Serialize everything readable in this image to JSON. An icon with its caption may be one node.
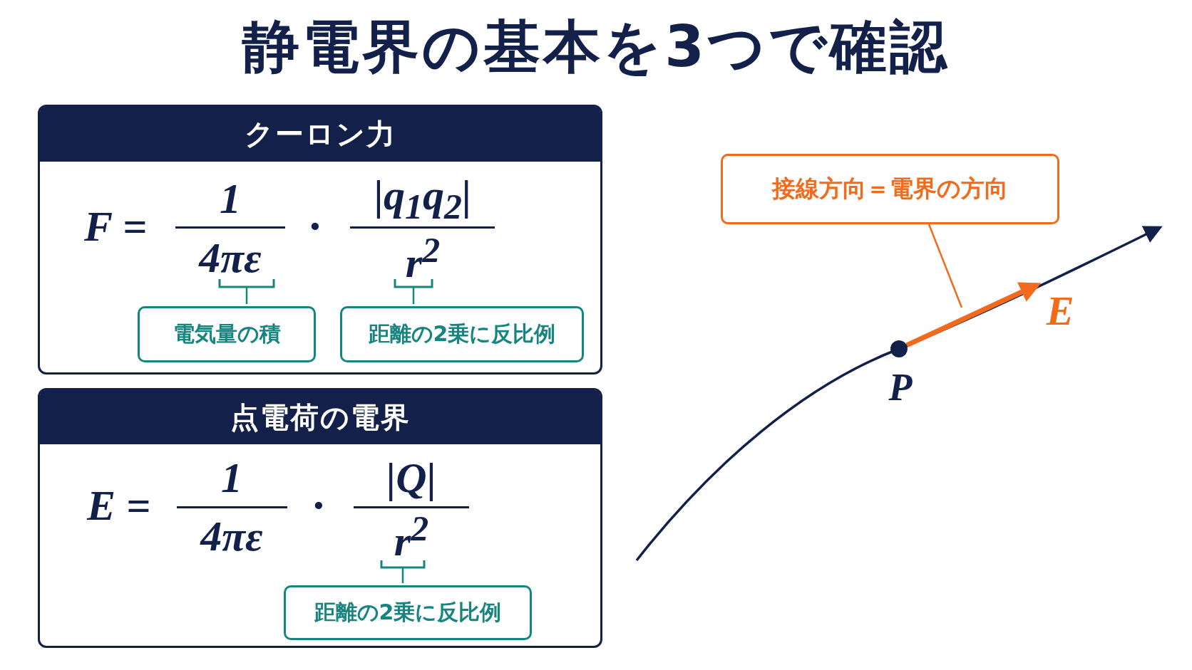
{
  "diagram": {
    "title": "静電界の基本を3つで確認",
    "nodes": [
      {
        "text": [
          "クーロン力",
          "F =",
          "1",
          "4πε",
          "·",
          "|q$_{1}$q$_{2}$|",
          "r$^{2}$"
        ]
      },
      {
        "text": [
          "電気量の積"
        ],
        "in": 0
      },
      {
        "text": [
          "距離の2乗に反比例"
        ],
        "in": 0
      },
      {
        "text": [
          "点電荷の電界",
          "E =",
          "1",
          "4πε",
          "·",
          "|Q|",
          "r$^{2}$"
        ]
      },
      {
        "text": [
          "距離の2乗に反比例"
        ],
        "in": 3
      },
      {
        "text": [],
        "shape": "circle",
        "beside": [
          "P"
        ]
      },
      {
        "text": [
          "接線方向＝電界の方向"
        ]
      }
    ],
    "edges": [
      {
        "from": 1,
        "to": null,
        "arrow": "none"
      },
      {
        "from": 2,
        "to": null,
        "arrow": "none"
      },
      {
        "from": 4,
        "to": null,
        "arrow": "none"
      },
      {
        "from": 5,
        "to": null,
        "arrow": "to",
        "label": "E",
        "style": "thick",
        "color": "#f26b1d"
      },
      {
        "from": 6,
        "to": null,
        "arrow": "none",
        "color": "#f26b1d"
      }
    ]
  }
}
